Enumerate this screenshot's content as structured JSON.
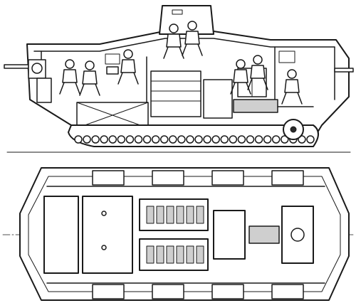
{
  "diagram": {
    "views": [
      {
        "name": "side-elevation"
      },
      {
        "name": "top-plan"
      }
    ],
    "line_color": "#1a1a1a",
    "background": "#ffffff",
    "shading_color": "#cfcfcf",
    "crew_count": 8,
    "side_wheel_count": 28,
    "plan_suspension_blocks_per_side": 4
  }
}
